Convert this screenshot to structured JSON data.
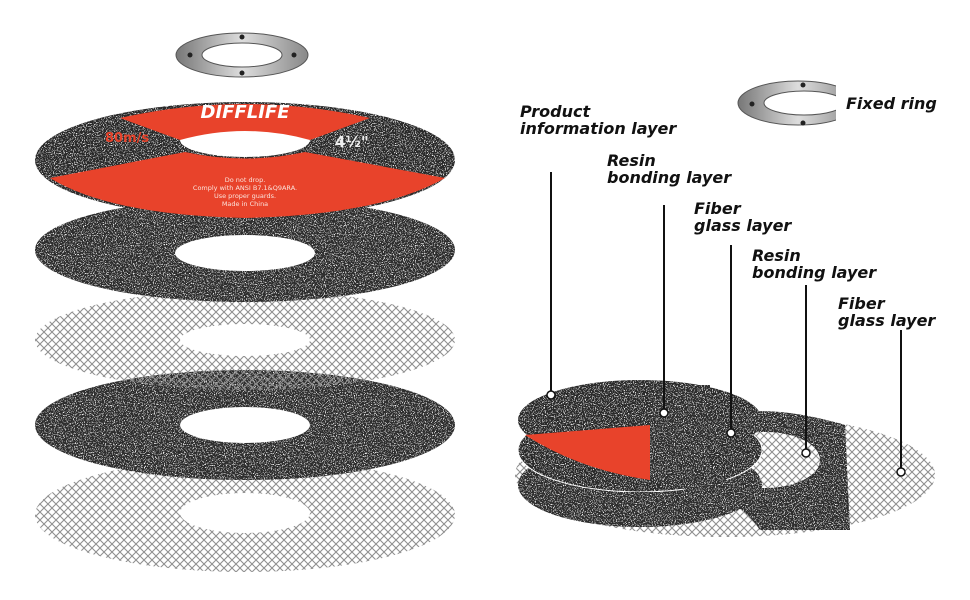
{
  "labels": {
    "product_info": [
      "Product",
      "information layer"
    ],
    "resin_1": [
      "Resin",
      "bonding layer"
    ],
    "fiber_1": [
      "Fiber",
      "glass layer"
    ],
    "resin_2": [
      "Resin",
      "bonding layer"
    ],
    "fiber_2": [
      "Fiber",
      "glass layer"
    ],
    "fixed_ring": "Fixed ring"
  },
  "disc_print": {
    "brand": "DIFFLIFE",
    "speed": "80m/s",
    "size": "4½\"",
    "lines": [
      "Do not drop.",
      "Comply with ANSI B7.1&Q9ARA.",
      "Use proper guards.",
      "Made in China"
    ]
  },
  "colors": {
    "red": "#e8432b",
    "dark": "#2e2e2e",
    "mesh": "#9a9a9a",
    "ring": "#a9a9a9"
  }
}
